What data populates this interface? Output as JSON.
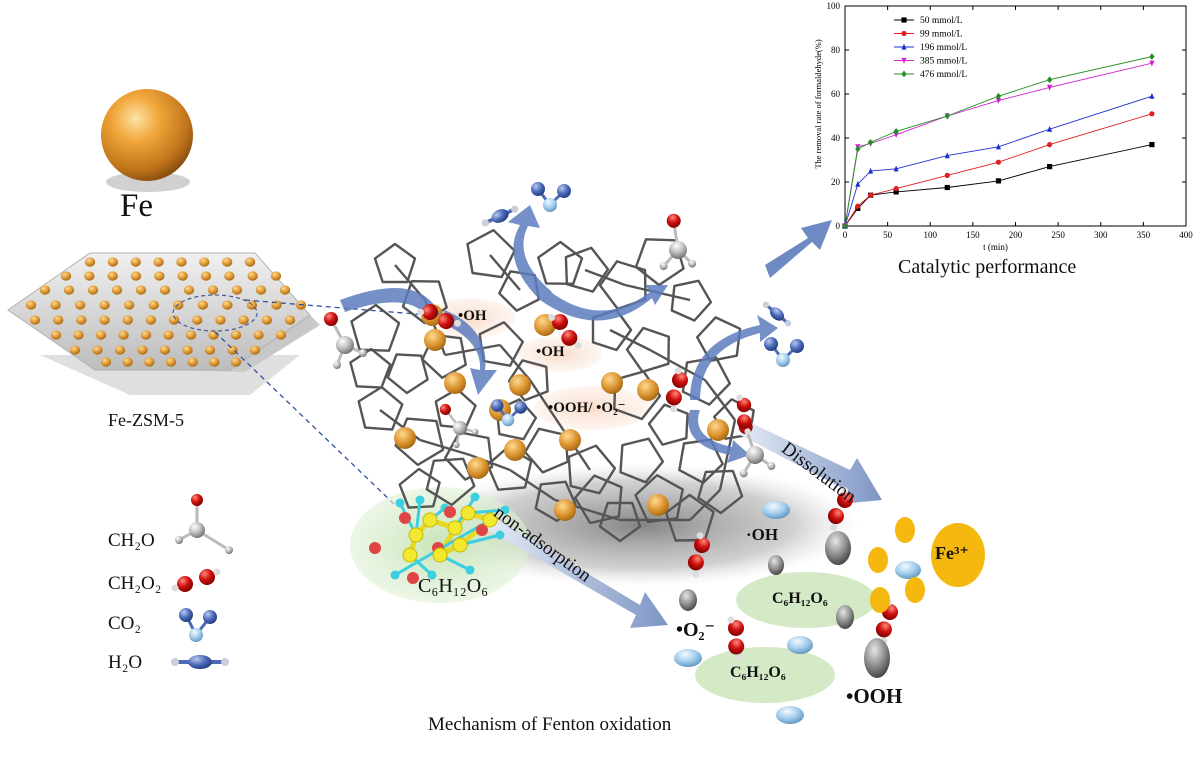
{
  "labels": {
    "fe": "Fe",
    "fezsm5": "Fe-ZSM-5",
    "catalytic": "Catalytic performance",
    "mechanism": "Mechanism of Fenton oxidation",
    "dissolution": "Dissolution",
    "nonadsorption": "non-adsorption",
    "oh_a": "•OH",
    "oh_b": "•OH",
    "ooh_o2": "•OOH/ •O₂⁻",
    "oh_c": "·OH",
    "o2_minus": "•O₂⁻",
    "ooh": "•OOH",
    "fe3": "Fe³⁺",
    "gluc_main": "C₆H₁₂O₆",
    "gluc_a": "C₆H₁₂O₆",
    "gluc_b": "C₆H₁₂O₆"
  },
  "legend": {
    "ch2o": "CH₂O",
    "ch2o2": "CH₂O₂",
    "co2": "CO₂",
    "h2o": "H₂O"
  },
  "chart_data": {
    "type": "line",
    "xlabel": "t (min)",
    "ylabel": "The removal rate of formaldehyde(%)",
    "xlim": [
      0,
      400
    ],
    "ylim": [
      0,
      100
    ],
    "xticks": [
      "0",
      "50",
      "100",
      "150",
      "200",
      "250",
      "300",
      "350",
      "400"
    ],
    "yticks": [
      "0",
      "20",
      "40",
      "60",
      "80",
      "100"
    ],
    "x": [
      0,
      15,
      30,
      60,
      120,
      180,
      240,
      360
    ],
    "series": [
      {
        "name": "50 mmol/L",
        "color": "#000000",
        "marker": "square",
        "values": [
          0,
          8,
          14,
          15.5,
          17.5,
          20.5,
          27,
          37
        ]
      },
      {
        "name": "99 mmol/L",
        "color": "#e02020",
        "marker": "circle",
        "values": [
          0,
          9,
          14,
          17,
          23,
          29,
          37,
          51
        ]
      },
      {
        "name": "196 mmol/L",
        "color": "#2030d0",
        "marker": "triangle",
        "values": [
          0,
          19,
          25,
          26,
          32,
          36,
          44,
          59
        ]
      },
      {
        "name": "385 mmol/L",
        "color": "#d020d0",
        "marker": "triangle-down",
        "values": [
          0,
          36,
          37.5,
          41.5,
          50,
          57,
          63,
          74
        ]
      },
      {
        "name": "476 mmol/L",
        "color": "#209020",
        "marker": "diamond",
        "values": [
          0,
          35,
          38,
          43,
          50,
          59,
          66.5,
          77
        ]
      }
    ],
    "grid": false,
    "legend_position": "top-left"
  }
}
